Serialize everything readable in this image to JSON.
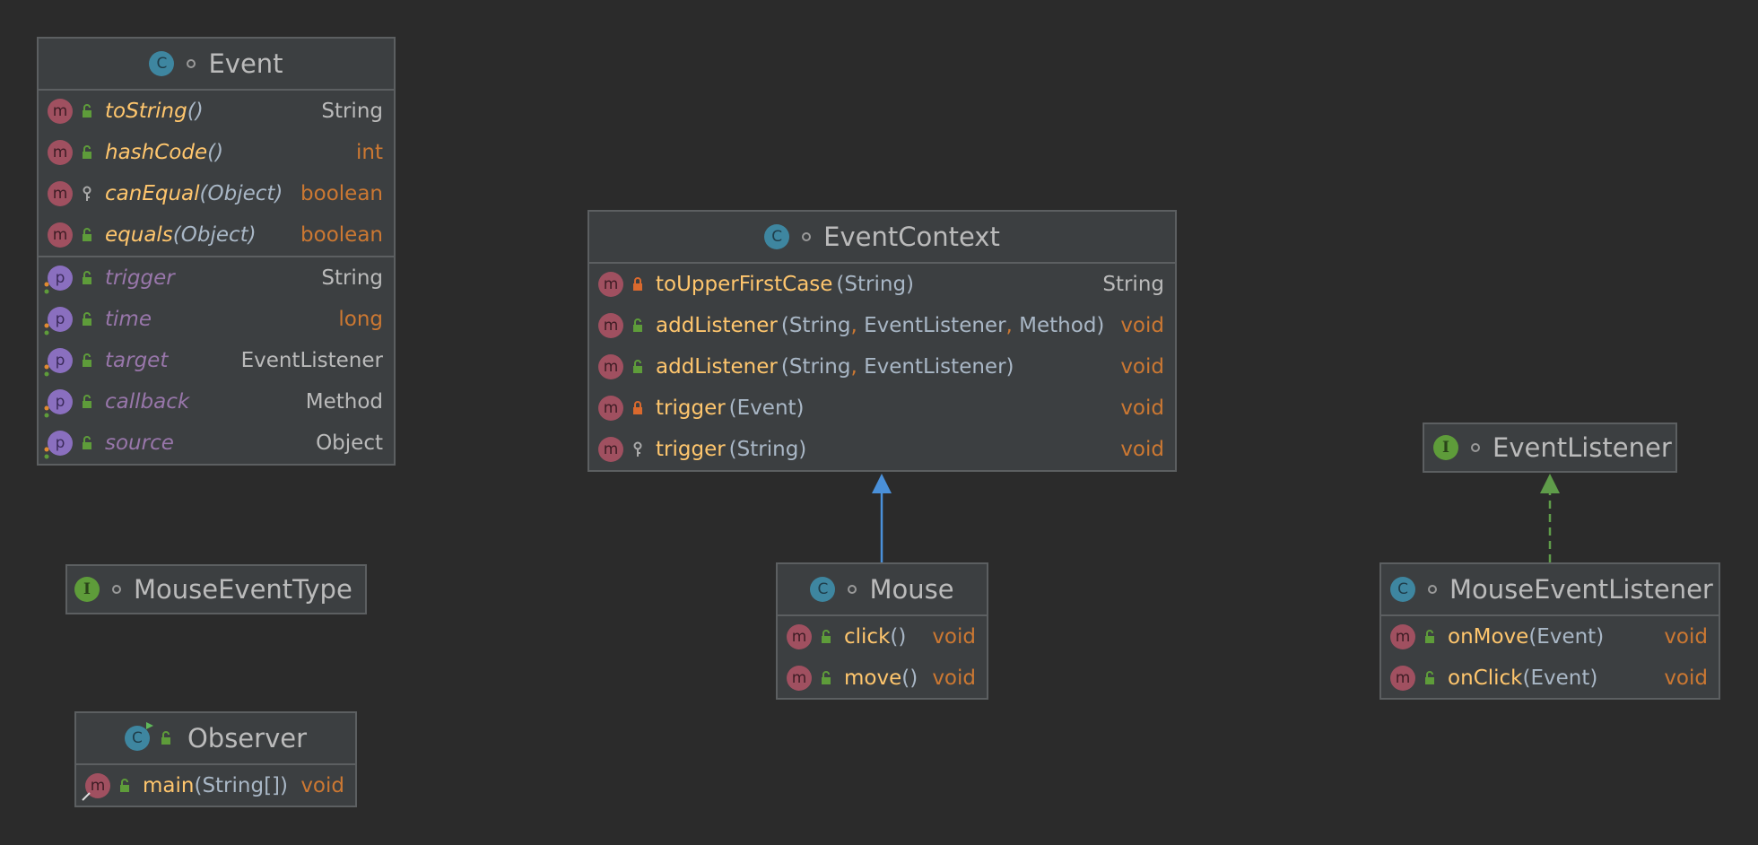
{
  "classes": {
    "event": {
      "name": "Event",
      "methods": [
        {
          "name": "toString",
          "params": "()",
          "type": "String"
        },
        {
          "name": "hashCode",
          "params": "()",
          "type": "int"
        },
        {
          "name": "canEqual",
          "params": "(Object)",
          "type": "boolean"
        },
        {
          "name": "equals",
          "params": "(Object)",
          "type": "boolean"
        }
      ],
      "properties": [
        {
          "name": "trigger",
          "type": "String"
        },
        {
          "name": "time",
          "type": "long"
        },
        {
          "name": "target",
          "type": "EventListener"
        },
        {
          "name": "callback",
          "type": "Method"
        },
        {
          "name": "source",
          "type": "Object"
        }
      ]
    },
    "event_context": {
      "name": "EventContext",
      "methods": [
        {
          "name": "toUpperFirstCase",
          "params": [
            "String"
          ],
          "type": "String"
        },
        {
          "name": "addListener",
          "params": [
            "String",
            "EventListener",
            "Method"
          ],
          "type": "void"
        },
        {
          "name": "addListener",
          "params": [
            "String",
            "EventListener"
          ],
          "type": "void"
        },
        {
          "name": "trigger",
          "params": [
            "Event"
          ],
          "type": "void"
        },
        {
          "name": "trigger",
          "params": [
            "String"
          ],
          "type": "void"
        }
      ]
    },
    "event_listener": {
      "name": "EventListener"
    },
    "mouse_event_type": {
      "name": "MouseEventType"
    },
    "mouse": {
      "name": "Mouse",
      "methods": [
        {
          "name": "click",
          "params": "()",
          "type": "void"
        },
        {
          "name": "move",
          "params": "()",
          "type": "void"
        }
      ]
    },
    "mouse_event_listener": {
      "name": "MouseEventListener",
      "methods": [
        {
          "name": "onMove",
          "params": "(Event)",
          "type": "void"
        },
        {
          "name": "onClick",
          "params": "(Event)",
          "type": "void"
        }
      ]
    },
    "observer": {
      "name": "Observer",
      "methods": [
        {
          "name": "main",
          "params": "(String[])",
          "type": "void"
        }
      ]
    }
  },
  "badges": {
    "class": "C",
    "interface": "I",
    "method": "m",
    "property": "p"
  },
  "icons": {
    "class": "class-icon",
    "interface": "interface-icon",
    "method": "method-icon",
    "property": "property-icon",
    "public": "open-lock-icon",
    "private": "lock-icon",
    "package": "key-icon"
  },
  "colors": {
    "background": "#2b2b2b",
    "node": "#3c3f41",
    "method_name": "#ffc66d",
    "keyword_type": "#cc7832",
    "property_name": "#9876aa",
    "inheritance_arrow": "#4a90d9",
    "realization_arrow": "#5f9c4a"
  },
  "relations": [
    {
      "from": "Mouse",
      "to": "EventContext",
      "kind": "extends"
    },
    {
      "from": "MouseEventListener",
      "to": "EventListener",
      "kind": "implements"
    }
  ]
}
